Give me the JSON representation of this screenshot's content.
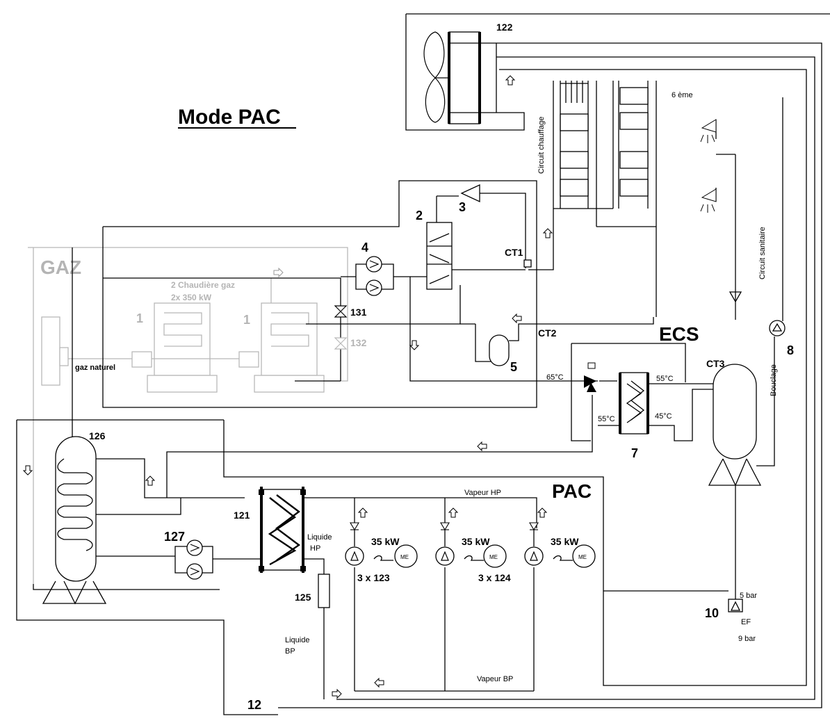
{
  "title": "Mode PAC",
  "sections": {
    "gaz": "GAZ",
    "ecs": "ECS",
    "pac": "PAC"
  },
  "labels": {
    "boilers_line1": "2 Chaudière gaz",
    "boilers_line2": "2x 350 kW",
    "boiler_a": "1",
    "boiler_b": "1",
    "gas_supply": "gaz naturel",
    "valve_2": "2",
    "valve_3": "3",
    "pumps_4": "4",
    "vessel_5": "5",
    "exchanger_7": "7",
    "pump_8": "8",
    "valve_10": "10",
    "line_12": "12",
    "drycooler_122": "122",
    "tank_126": "126",
    "exchanger_121": "121",
    "pumps_127": "127",
    "filter_125": "125",
    "valve_131": "131",
    "valve_132": "132",
    "ct1": "CT1",
    "ct2": "CT2",
    "ct3": "CT3",
    "floor": "6 ème",
    "circuit_chauffage": "Circuit chauffage",
    "circuit_sanitaire": "Circuit sanitaire",
    "bouclage": "Bouclage",
    "temp_65": "65°C",
    "temp_55_top": "55°C",
    "temp_55_left": "55°C",
    "temp_45": "45°C",
    "vapeur_hp": "Vapeur HP",
    "vapeur_bp": "Vapeur BP",
    "liquide_hp_1": "Liquide",
    "liquide_hp_2": "HP",
    "liquide_bp_1": "Liquide",
    "liquide_bp_2": "BP",
    "comp_power_1": "35 kW",
    "comp_power_2": "35 kW",
    "comp_power_3": "35 kW",
    "comp_group_123": "3 x 123",
    "comp_group_124": "3 x 124",
    "motor_1": "ME",
    "motor_2": "ME",
    "motor_3": "ME",
    "bar_5": "5 bar",
    "bar_9": "9 bar",
    "ef": "EF"
  },
  "icons": [
    "fan-icon",
    "radiator-icon",
    "shower-icon",
    "pump-icon",
    "three-way-valve-icon",
    "heat-exchanger-icon",
    "compressor-icon",
    "motor-icon",
    "boiler-icon",
    "tank-icon",
    "flow-arrow-icon",
    "pressure-valve-icon"
  ]
}
